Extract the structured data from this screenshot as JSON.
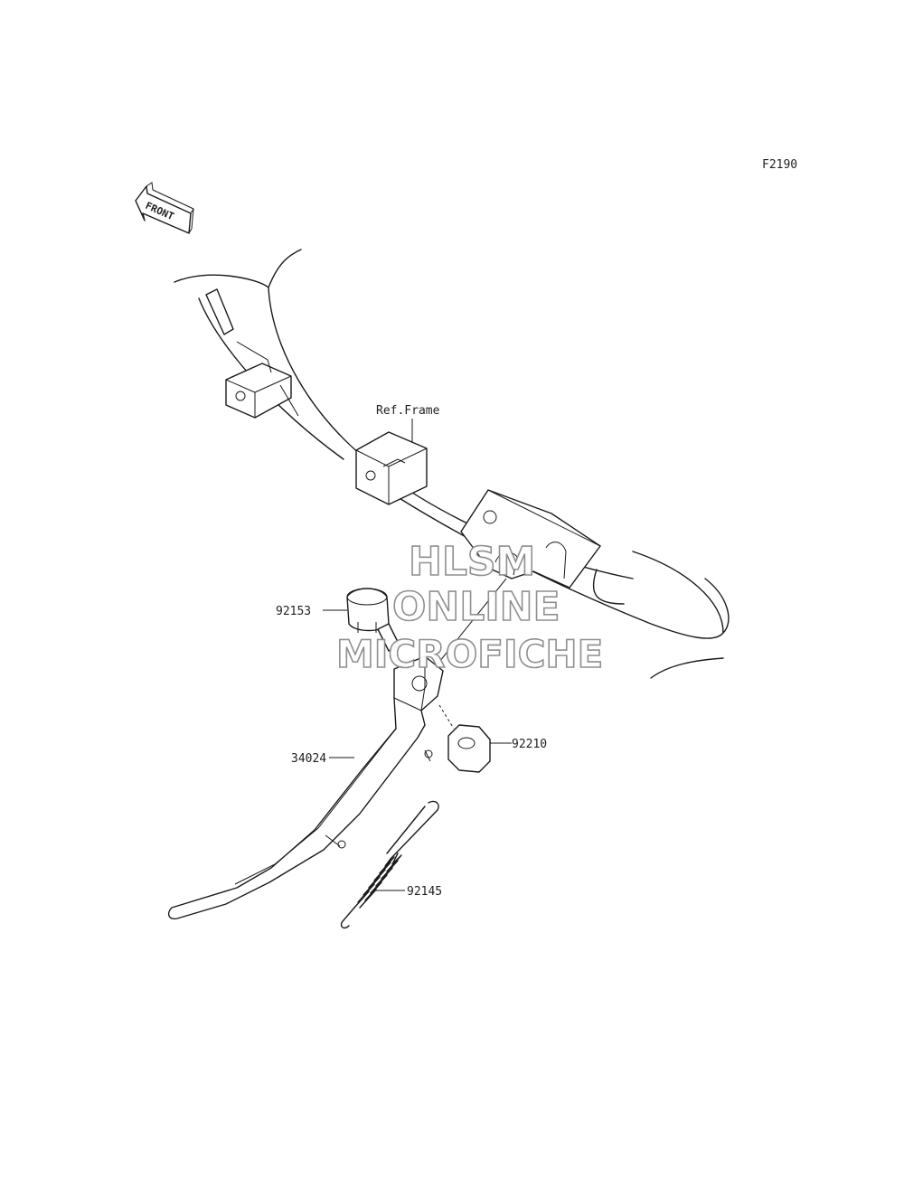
{
  "figure_code": "F2190",
  "front_marker": "FRONT",
  "reference_label": "Ref.Frame",
  "parts": [
    {
      "id": "92153"
    },
    {
      "id": "34024"
    },
    {
      "id": "92210"
    },
    {
      "id": "92145"
    }
  ],
  "watermark": {
    "line1": "HLSM",
    "line2": "ONLINE",
    "line3": "MICROFICHE"
  }
}
